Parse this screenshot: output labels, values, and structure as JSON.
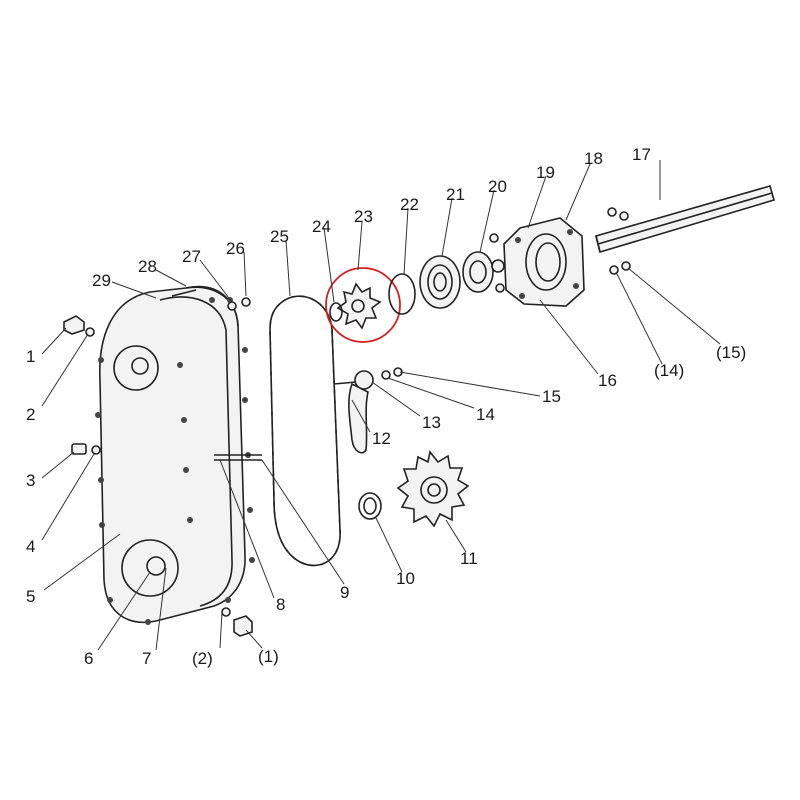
{
  "highlight_color": "#d42020",
  "callouts": [
    {
      "text": "1"
    },
    {
      "text": "2"
    },
    {
      "text": "3"
    },
    {
      "text": "4"
    },
    {
      "text": "5"
    },
    {
      "text": "6"
    },
    {
      "text": "7"
    },
    {
      "text": "(2)"
    },
    {
      "text": "(1)"
    },
    {
      "text": "8"
    },
    {
      "text": "9"
    },
    {
      "text": "10"
    },
    {
      "text": "11"
    },
    {
      "text": "12"
    },
    {
      "text": "13"
    },
    {
      "text": "14"
    },
    {
      "text": "15"
    },
    {
      "text": "(14)"
    },
    {
      "text": "(15)"
    },
    {
      "text": "16"
    },
    {
      "text": "17"
    },
    {
      "text": "18"
    },
    {
      "text": "19"
    },
    {
      "text": "20"
    },
    {
      "text": "21"
    },
    {
      "text": "22"
    },
    {
      "text": "23"
    },
    {
      "text": "24"
    },
    {
      "text": "25"
    },
    {
      "text": "26"
    },
    {
      "text": "27"
    },
    {
      "text": "28"
    },
    {
      "text": "29"
    }
  ]
}
